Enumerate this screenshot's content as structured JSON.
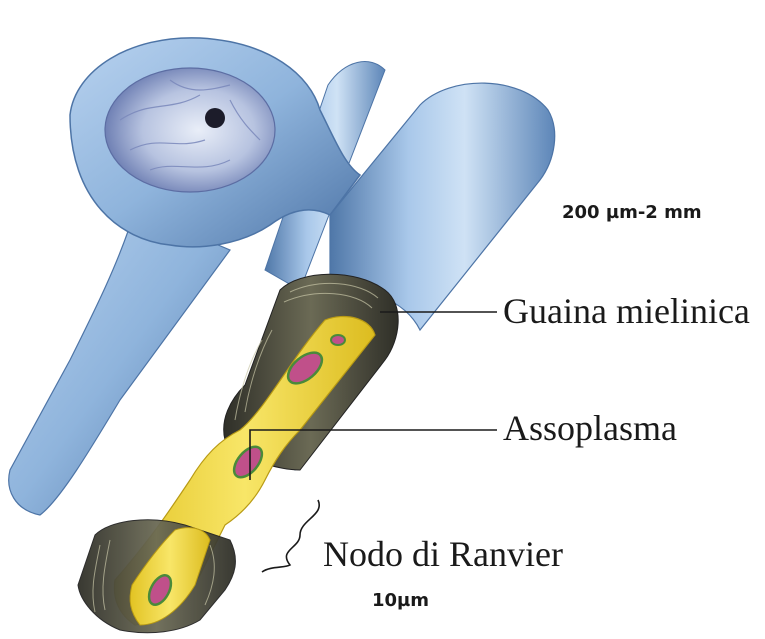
{
  "labels": {
    "myelin_sheath": "Guaina mielinica",
    "axoplasm": "Assoplasma",
    "node_of_ranvier": "Nodo di Ranvier",
    "size_top": "200 µm-2 mm",
    "size_bottom": "10µm"
  },
  "colors": {
    "sheath_blue": "#8fb4dc",
    "sheath_blue_dark": "#5d86b8",
    "axoplasm_yellow": "#f4dc3a",
    "myelin_layers_dark": "#3a3a30",
    "mitochondria_pink": "#c0508a",
    "mitochondria_green": "#4a8a3a",
    "label_text": "#1a1a1a"
  }
}
